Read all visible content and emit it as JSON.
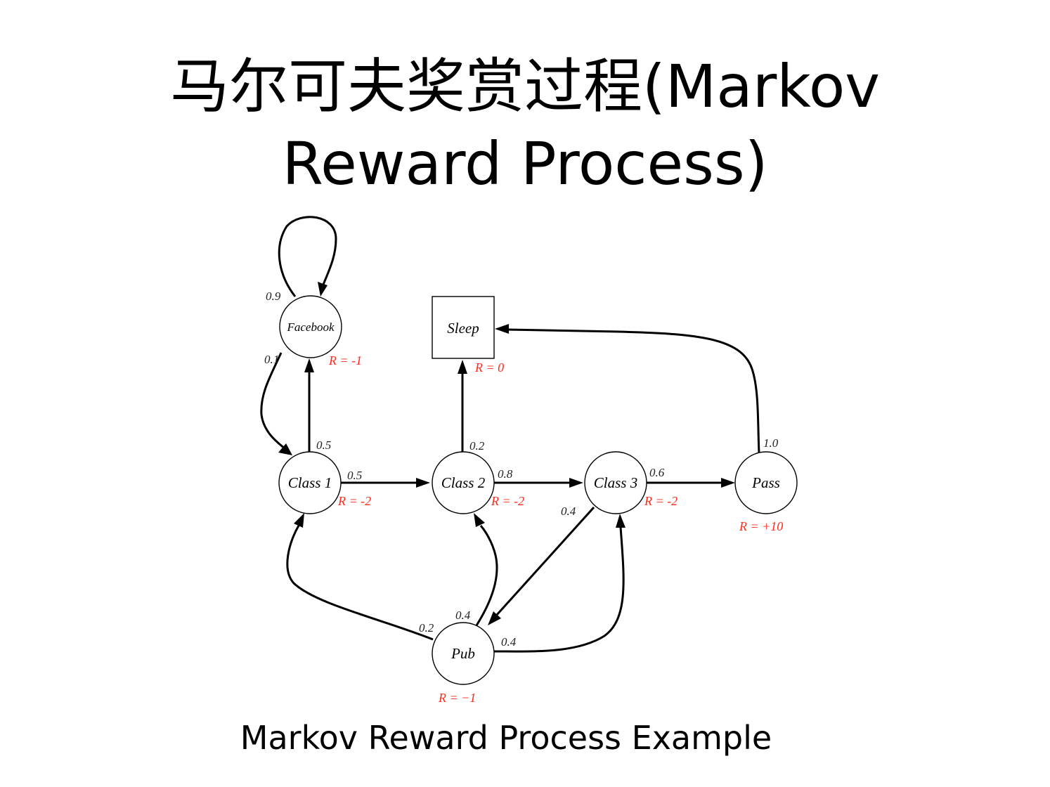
{
  "title": {
    "line1": "马尔可夫奖赏过程(Markov",
    "line2": "Reward Process)"
  },
  "diagram": {
    "reward_color": "#ff2a1a",
    "nodes": [
      {
        "id": "facebook",
        "label": "Facebook",
        "reward": "R = -1"
      },
      {
        "id": "sleep",
        "label": "Sleep",
        "reward": "R = 0"
      },
      {
        "id": "class1",
        "label": "Class 1",
        "reward": "R = -2"
      },
      {
        "id": "class2",
        "label": "Class 2",
        "reward": "R = -2"
      },
      {
        "id": "class3",
        "label": "Class 3",
        "reward": "R = -2"
      },
      {
        "id": "pass",
        "label": "Pass",
        "reward": "R = +10"
      },
      {
        "id": "pub",
        "label": "Pub",
        "reward": "R = −1"
      }
    ],
    "edges": [
      {
        "id": "facebook-facebook",
        "from": "facebook",
        "to": "facebook",
        "prob": "0.9"
      },
      {
        "id": "facebook-class1",
        "from": "facebook",
        "to": "class1",
        "prob": "0.1"
      },
      {
        "id": "class1-facebook",
        "from": "class1",
        "to": "facebook",
        "prob": "0.5"
      },
      {
        "id": "class1-class2",
        "from": "class1",
        "to": "class2",
        "prob": "0.5"
      },
      {
        "id": "class2-sleep",
        "from": "class2",
        "to": "sleep",
        "prob": "0.2"
      },
      {
        "id": "class2-class3",
        "from": "class2",
        "to": "class3",
        "prob": "0.8"
      },
      {
        "id": "class3-pass",
        "from": "class3",
        "to": "pass",
        "prob": "0.6"
      },
      {
        "id": "class3-pub",
        "from": "class3",
        "to": "pub",
        "prob": "0.4"
      },
      {
        "id": "pass-sleep",
        "from": "pass",
        "to": "sleep",
        "prob": "1.0"
      },
      {
        "id": "pub-class1",
        "from": "pub",
        "to": "class1",
        "prob": "0.2"
      },
      {
        "id": "pub-class2",
        "from": "pub",
        "to": "class2",
        "prob": "0.4"
      },
      {
        "id": "pub-class3",
        "from": "pub",
        "to": "class3",
        "prob": "0.4"
      }
    ]
  },
  "caption": "Markov Reward Process Example"
}
